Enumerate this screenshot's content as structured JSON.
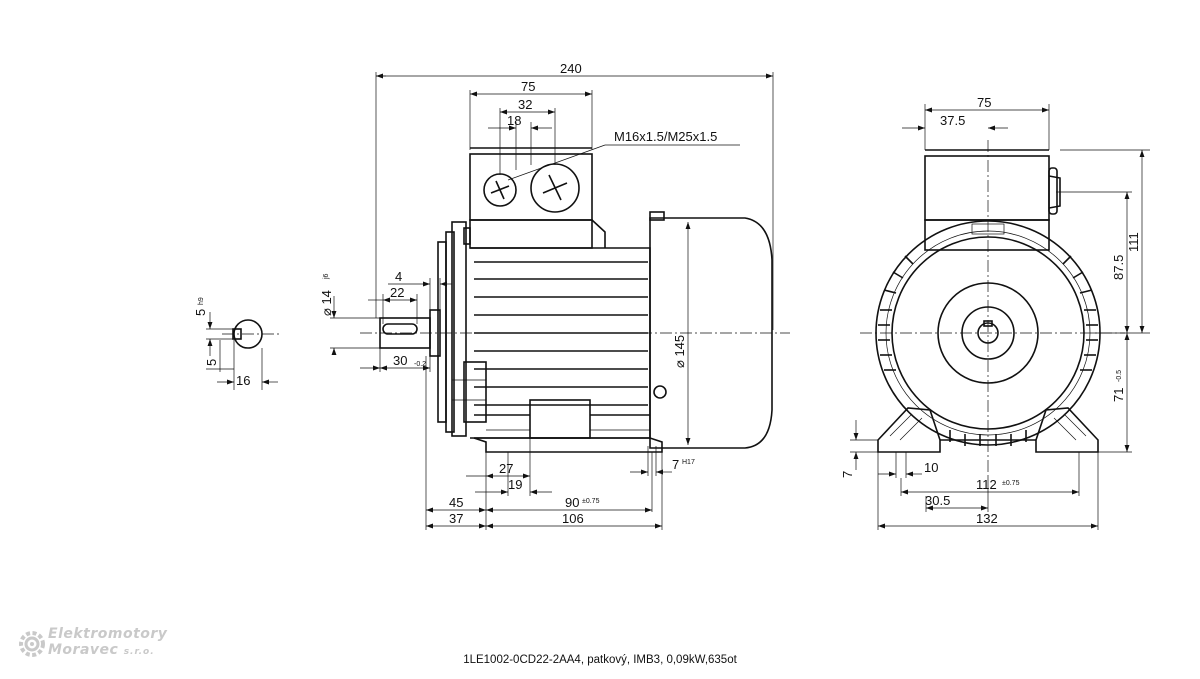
{
  "side_view": {
    "dims": {
      "total_length": "240",
      "terminal_box_width": "75",
      "gland_spacing_outer": "32",
      "gland_spacing_inner": "18",
      "gland_thread": "M16x1.5/M25x1.5",
      "shaft_step": "4",
      "shaft_key_length": "22",
      "shaft_length": "30",
      "shaft_length_tol": "-0.2",
      "shaft_diameter": "⌀ 14",
      "shaft_diameter_tol": "j6",
      "body_diameter": "⌀ 145",
      "foot_slot_width": "27",
      "foot_slot_offset": "19",
      "foot_hole": "7",
      "foot_hole_tol": "H17",
      "flange_to_foot": "45",
      "foot_spacing": "90",
      "foot_spacing_tol": "±0.75",
      "shaft_to_foot": "37",
      "foot_length": "106"
    }
  },
  "shaft_section": {
    "dims": {
      "key_width": "5",
      "key_width_tol": "h9",
      "key_depth": "5",
      "shaft_offset": "16"
    }
  },
  "end_view": {
    "dims": {
      "box_width": "75",
      "box_half": "37.5",
      "height_total": "111",
      "height_box": "87.5",
      "shaft_height": "71",
      "shaft_height_tol": "-0.5",
      "foot_thickness": "7",
      "foot_hole_width": "10",
      "foot_bolt_spacing": "112",
      "foot_bolt_spacing_tol": "±0.75",
      "foot_half": "30.5",
      "foot_width": "132"
    }
  },
  "caption": "1LE1002-0CD22-2AA4, patkový, IMB3, 0,09kW,635ot",
  "logo": {
    "line1": "Elektromotory",
    "line2": "Moravec",
    "line2_suffix": "s.r.o.",
    "color": "#c9c9c9"
  }
}
